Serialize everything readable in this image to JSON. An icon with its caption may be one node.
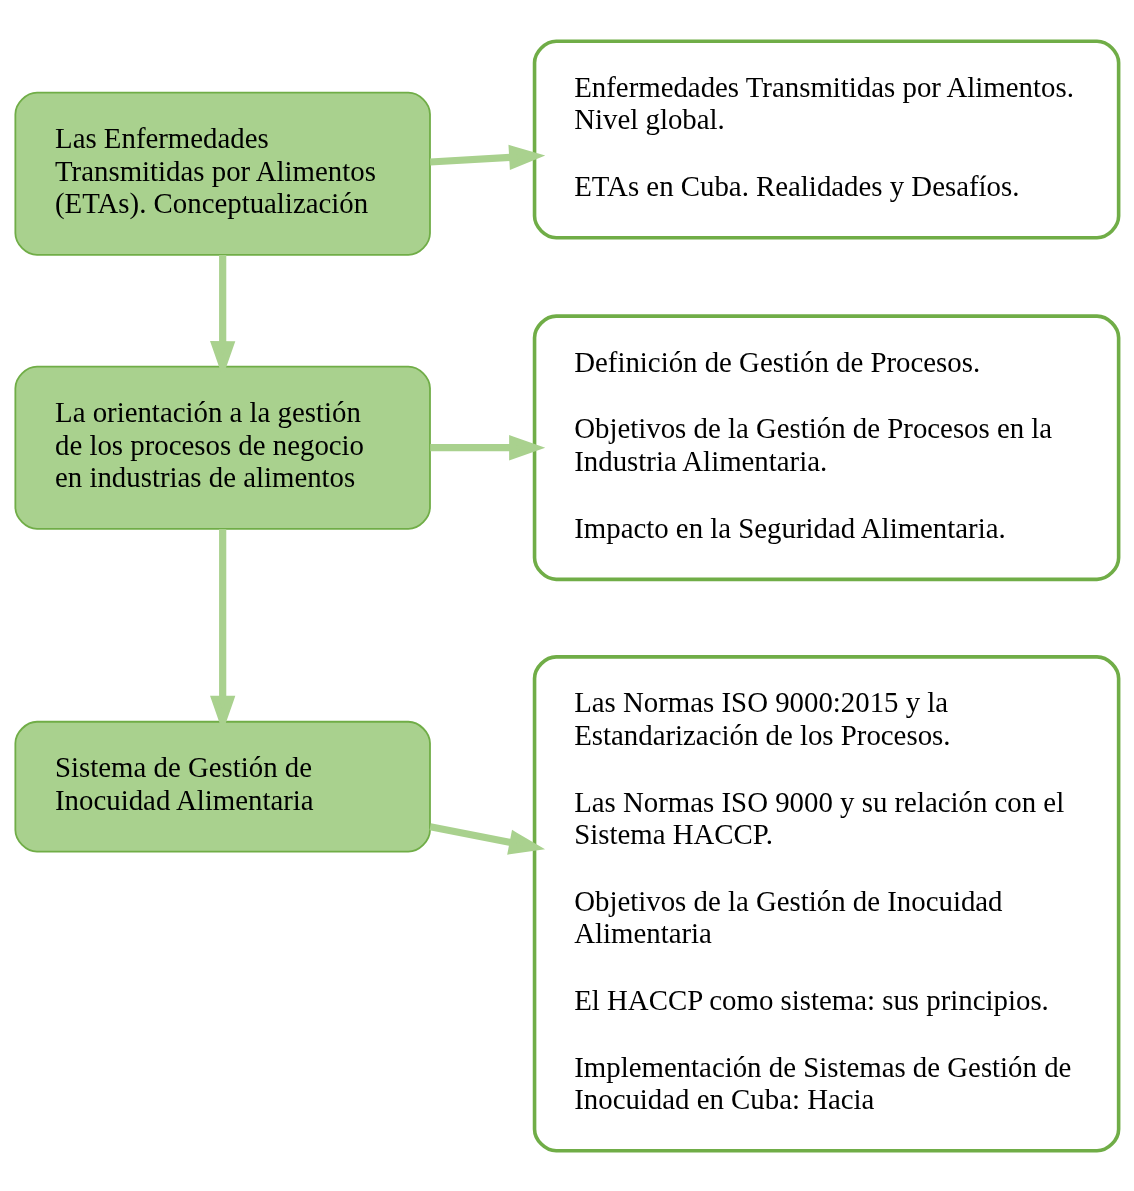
{
  "diagram": {
    "nodes": [
      {
        "text": [
          "Las Enfermedades Transmitidas por Alimentos (ETAs). Conceptualización"
        ]
      },
      {
        "text": [
          "Enfermedades Transmitidas por Alimentos. Nivel global.",
          "ETAs en Cuba. Realidades y Desafíos."
        ]
      },
      {
        "text": [
          "La orientación a la gestión de los procesos de negocio en industrias de alimentos"
        ]
      },
      {
        "text": [
          "Definición de Gestión de Procesos.",
          "Objetivos de la Gestión de Procesos en la Industria Alimentaria.",
          "Impacto en la Seguridad Alimentaria."
        ]
      },
      {
        "text": [
          "Sistema de Gestión de Inocuidad Alimentaria"
        ]
      },
      {
        "text": [
          "Las Normas ISO 9000:2015 y la Estandarización de los Procesos.",
          "Las Normas ISO 9000 y su relación con el Sistema HACCP.",
          "Objetivos de la Gestión de Inocuidad Alimentaria",
          "El HACCP como sistema: sus principios.",
          "Implementación de Sistemas de Gestión de Inocuidad en Cuba: Hacia"
        ]
      }
    ],
    "edges": [
      {
        "from": 0,
        "to": 1,
        "arrow": "to"
      },
      {
        "from": 0,
        "to": 2,
        "arrow": "to"
      },
      {
        "from": 2,
        "to": 3,
        "arrow": "to"
      },
      {
        "from": 2,
        "to": 4,
        "arrow": "to"
      },
      {
        "from": 4,
        "to": 5,
        "arrow": "to"
      }
    ]
  }
}
